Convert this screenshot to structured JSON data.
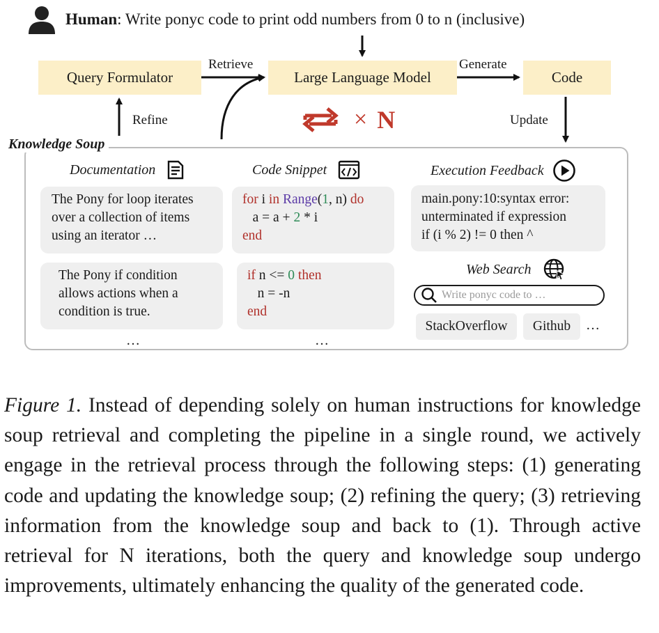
{
  "human": {
    "speaker": "Human",
    "instruction": "Write ponyc code to print odd numbers from 0 to n (inclusive)"
  },
  "nodes": {
    "query_formulator": "Query Formulator",
    "llm": "Large Language Model",
    "code": "Code"
  },
  "edges": {
    "retrieve": "Retrieve",
    "generate": "Generate",
    "refine": "Refine",
    "update": "Update"
  },
  "iteration": {
    "times": "×",
    "count": "N"
  },
  "knowledge_soup": {
    "title": "Knowledge Soup",
    "documentation": {
      "title": "Documentation",
      "cards": [
        [
          "The Pony for loop iterates",
          "over a collection of items",
          "using an iterator …"
        ],
        [
          "The Pony if condition",
          "allows actions when a",
          "condition is true."
        ]
      ],
      "more": "…"
    },
    "code_snippet": {
      "title": "Code Snippet",
      "snippet1": {
        "l1_for": "for",
        "l1_i": " i ",
        "l1_in": "in",
        "l1_range": " Range",
        "l1_open": "(",
        "l1_one": "1",
        "l1_rest": ", n) ",
        "l1_do": "do",
        "l2_a": "   a = a + ",
        "l2_two": "2",
        "l2_rest": " * i",
        "l3_end": "end"
      },
      "snippet2": {
        "l1_if": "if",
        "l1_cond": " n <= ",
        "l1_zero": "0",
        "l1_sp": " ",
        "l1_then": "then",
        "l2": "   n = -n",
        "l3_end": "end"
      },
      "more": "…"
    },
    "execution_feedback": {
      "title": "Execution Feedback",
      "lines": [
        "main.pony:10:syntax error:",
        "unterminated if expression",
        "if (i % 2) != 0 then ^"
      ]
    },
    "web_search": {
      "title": "Web Search",
      "placeholder": "Write ponyc code to …",
      "tags": [
        "StackOverflow",
        "Github"
      ],
      "more": "…"
    }
  },
  "caption": {
    "label": "Figure 1.",
    "text": " Instead of depending solely on human instructions for knowledge soup retrieval and completing the pipeline in a single round, we actively engage in the retrieval process through the following steps: (1) generating code and updating the knowledge soup; (2) refining the query; (3) retrieving information from the knowledge soup and back to (1). Through active retrieval for N iterations, both the query and knowledge soup undergo improvements, ultimately enhancing the quality of the generated code."
  },
  "colors": {
    "node_fill": "#fcefc8",
    "keyword": "#b0302a",
    "function": "#5b3aa6",
    "number": "#2e8b57",
    "iteration": "#c0392b",
    "card_fill": "#efefef"
  }
}
